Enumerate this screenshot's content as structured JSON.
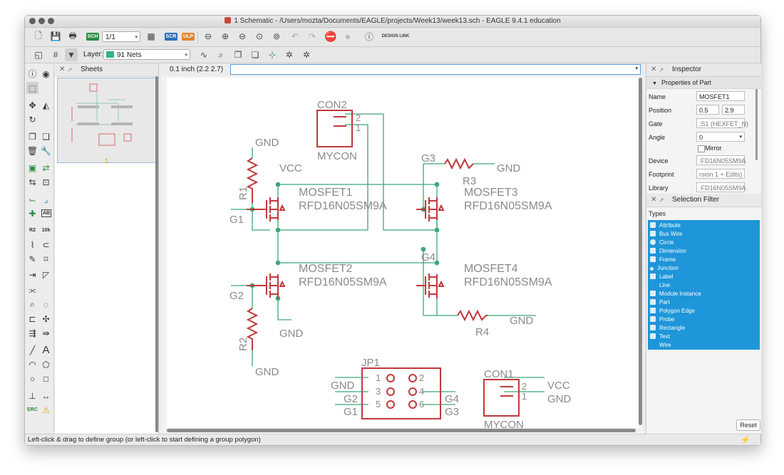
{
  "window": {
    "title": "1 Schematic - /Users/mozta/Documents/EAGLE/projects/Week13/week13.sch - EAGLE 9.4.1 education"
  },
  "toolbar": {
    "sheet_select": "1/1",
    "scr_badge": "SCR",
    "ulp_badge": "ULP",
    "sch_badge": "SCH",
    "design_link": "DESIGN LINK"
  },
  "toolbar2": {
    "layer_label": "Layer:",
    "layer_value": "91 Nets",
    "layer_color": "#2fb38a"
  },
  "left_tools": {
    "r2_label": "R2",
    "r2_sub": "10k",
    "ab_label": "AB",
    "erc_label": "ERC",
    "text_tool": "A"
  },
  "sheets": {
    "title": "Sheets",
    "sheet_number": "1"
  },
  "coordbar": {
    "coords": "0.1 inch (2.2 2.7)",
    "command_value": ""
  },
  "schematic": {
    "con2": {
      "name": "CON2",
      "value": "MYCON",
      "pin1": "1",
      "pin2": "2"
    },
    "con1": {
      "name": "CON1",
      "value": "MYCON",
      "pin1": "1",
      "pin2": "2"
    },
    "jp1": {
      "name": "JP1",
      "pins": [
        "1",
        "2",
        "3",
        "4",
        "5",
        "6"
      ]
    },
    "mosfets": [
      {
        "name": "MOSFET1",
        "value": "RFD16N05SM9A"
      },
      {
        "name": "MOSFET2",
        "value": "RFD16N05SM9A"
      },
      {
        "name": "MOSFET3",
        "value": "RFD16N05SM9A"
      },
      {
        "name": "MOSFET4",
        "value": "RFD16N05SM9A"
      }
    ],
    "resistors": [
      "R1",
      "R2",
      "R3",
      "R4"
    ],
    "net_labels": {
      "gnd": "GND",
      "vcc": "VCC",
      "g1": "G1",
      "g2": "G2",
      "g3": "G3",
      "g4": "G4"
    },
    "colors": {
      "part": "#c0393b",
      "net": "#3aa876",
      "text": "#8a8a8a"
    }
  },
  "inspector": {
    "title": "Inspector",
    "section": "Properties of Part",
    "properties": {
      "name_label": "Name",
      "name_value": "MOSFET1",
      "position_label": "Position",
      "pos_x": "0.5",
      "pos_y": "2.9",
      "gate_label": "Gate",
      "gate_value": ";S1 (HEXFET_N)",
      "angle_label": "Angle",
      "angle_value": "0",
      "mirror_label": "Mirror",
      "device_label": "Device",
      "device_value": ":FD16N05SM9A",
      "footprint_label": "Footprint",
      "footprint_value": "rsion 1 + Edits)",
      "library_label": "Library",
      "library_value": ":FD16N05SM9A"
    }
  },
  "selection_filter": {
    "title": "Selection Filter",
    "types_label": "Types",
    "types": [
      "Attribute",
      "Bus Wire",
      "Circle",
      "Dimension",
      "Frame",
      "Junction",
      "Label",
      "Line",
      "Module Instance",
      "Part",
      "Polygon Edge",
      "Probe",
      "Rectangle",
      "Text",
      "Wire"
    ],
    "reset_label": "Reset"
  },
  "status": {
    "message": "Left-click & drag to define group (or left-click to start defining a group polygon)"
  }
}
